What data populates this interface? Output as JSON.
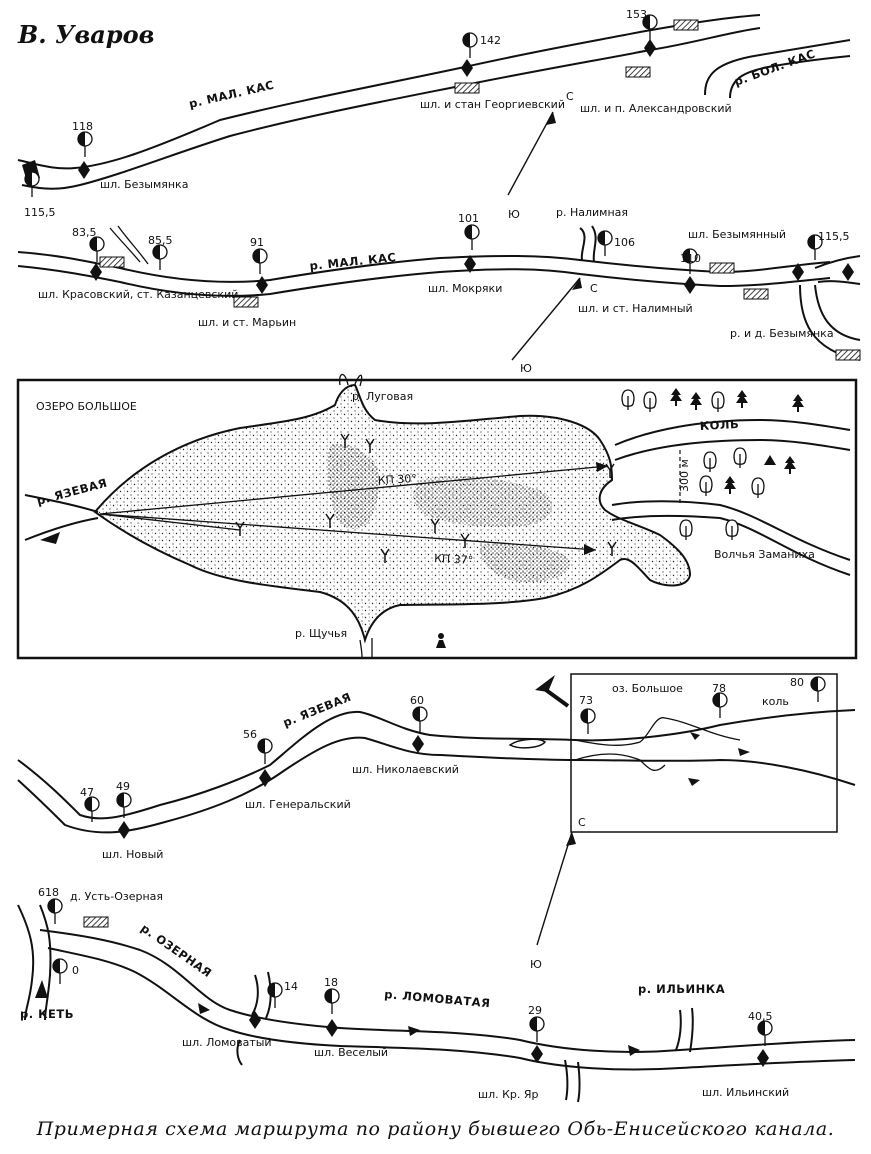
{
  "author": "В. Уваров",
  "caption": "Примерная схема маршрута по району бывшего Обь-Енисейского канала.",
  "compass": {
    "north": "С",
    "south": "Ю"
  },
  "strip1": {
    "river": "р. МАЛ. КАС",
    "river_bol_kas": "р. БОЛ. КАС",
    "points": [
      {
        "km": "115,5"
      },
      {
        "km": "118",
        "name": "шл. Безымянка"
      },
      {
        "km": "142",
        "name": "шл. и стан Георгиевский"
      },
      {
        "km": "153",
        "name": "шл. и п. Александровский"
      }
    ]
  },
  "strip2": {
    "river": "р. МАЛ. КАС",
    "nalimnaya": "р. Налимная",
    "bezymyanka": "р. и д. Безымянка",
    "points": [
      {
        "km": "83,5",
        "name": "шл. Красовский, ст. Казанцевский"
      },
      {
        "km": "85,5"
      },
      {
        "km": "91",
        "name": "шл. и ст. Марьин"
      },
      {
        "km": "101",
        "name": "шл. Мокряки"
      },
      {
        "km": "106"
      },
      {
        "km": "110",
        "name": "шл. и ст. Налимный"
      },
      {
        "km": "115,5",
        "name": "шл. Безымянный"
      }
    ]
  },
  "lake": {
    "title": "ОЗЕРО БОЛЬШОЕ",
    "lugovaya": "р. Луговая",
    "yazevaya": "р. ЯЗЕВАЯ",
    "shchuchya": "р. Щучья",
    "kol": "КОЛЬ",
    "kp1": "КП 30°",
    "kp2": "КП 37°",
    "dist": "300 м",
    "zamaniha": "Волчья Заманиха"
  },
  "strip3": {
    "river": "р. ЯЗЕВАЯ",
    "lake": "оз. Большое",
    "kol": "коль",
    "points": [
      {
        "km": "47"
      },
      {
        "km": "49",
        "name": "шл. Новый"
      },
      {
        "km": "56",
        "name": "шл. Генеральский"
      },
      {
        "km": "60",
        "name": "шл. Николаевский"
      },
      {
        "km": "73"
      },
      {
        "km": "78"
      },
      {
        "km": "80"
      }
    ]
  },
  "strip4": {
    "ket": "р. КЕТЬ",
    "ozernaya": "р. ОЗЕРНАЯ",
    "lomovataya": "р. ЛОМОВАТАЯ",
    "ilinka": "р. ИЛЬИНКА",
    "village": "д. Усть-Озерная",
    "points": [
      {
        "km": "618"
      },
      {
        "km": "0"
      },
      {
        "km": "14",
        "name": "шл. Ломоватый"
      },
      {
        "km": "18",
        "name": "шл. Веселый"
      },
      {
        "km": "29",
        "name": "шл. Кр. Яр"
      },
      {
        "km": "40,5",
        "name": "шл. Ильинский"
      }
    ]
  }
}
